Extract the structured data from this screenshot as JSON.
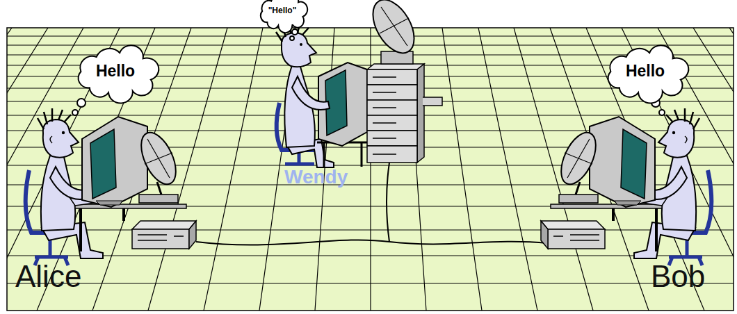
{
  "diagram": {
    "nodes": [
      {
        "text": [
          "\"Hello\""
        ]
      },
      {
        "text": [
          "Hello"
        ]
      },
      {
        "text": [
          "Hello"
        ]
      }
    ],
    "labels": [
      "Wendy",
      "Alice",
      "Bob"
    ]
  }
}
